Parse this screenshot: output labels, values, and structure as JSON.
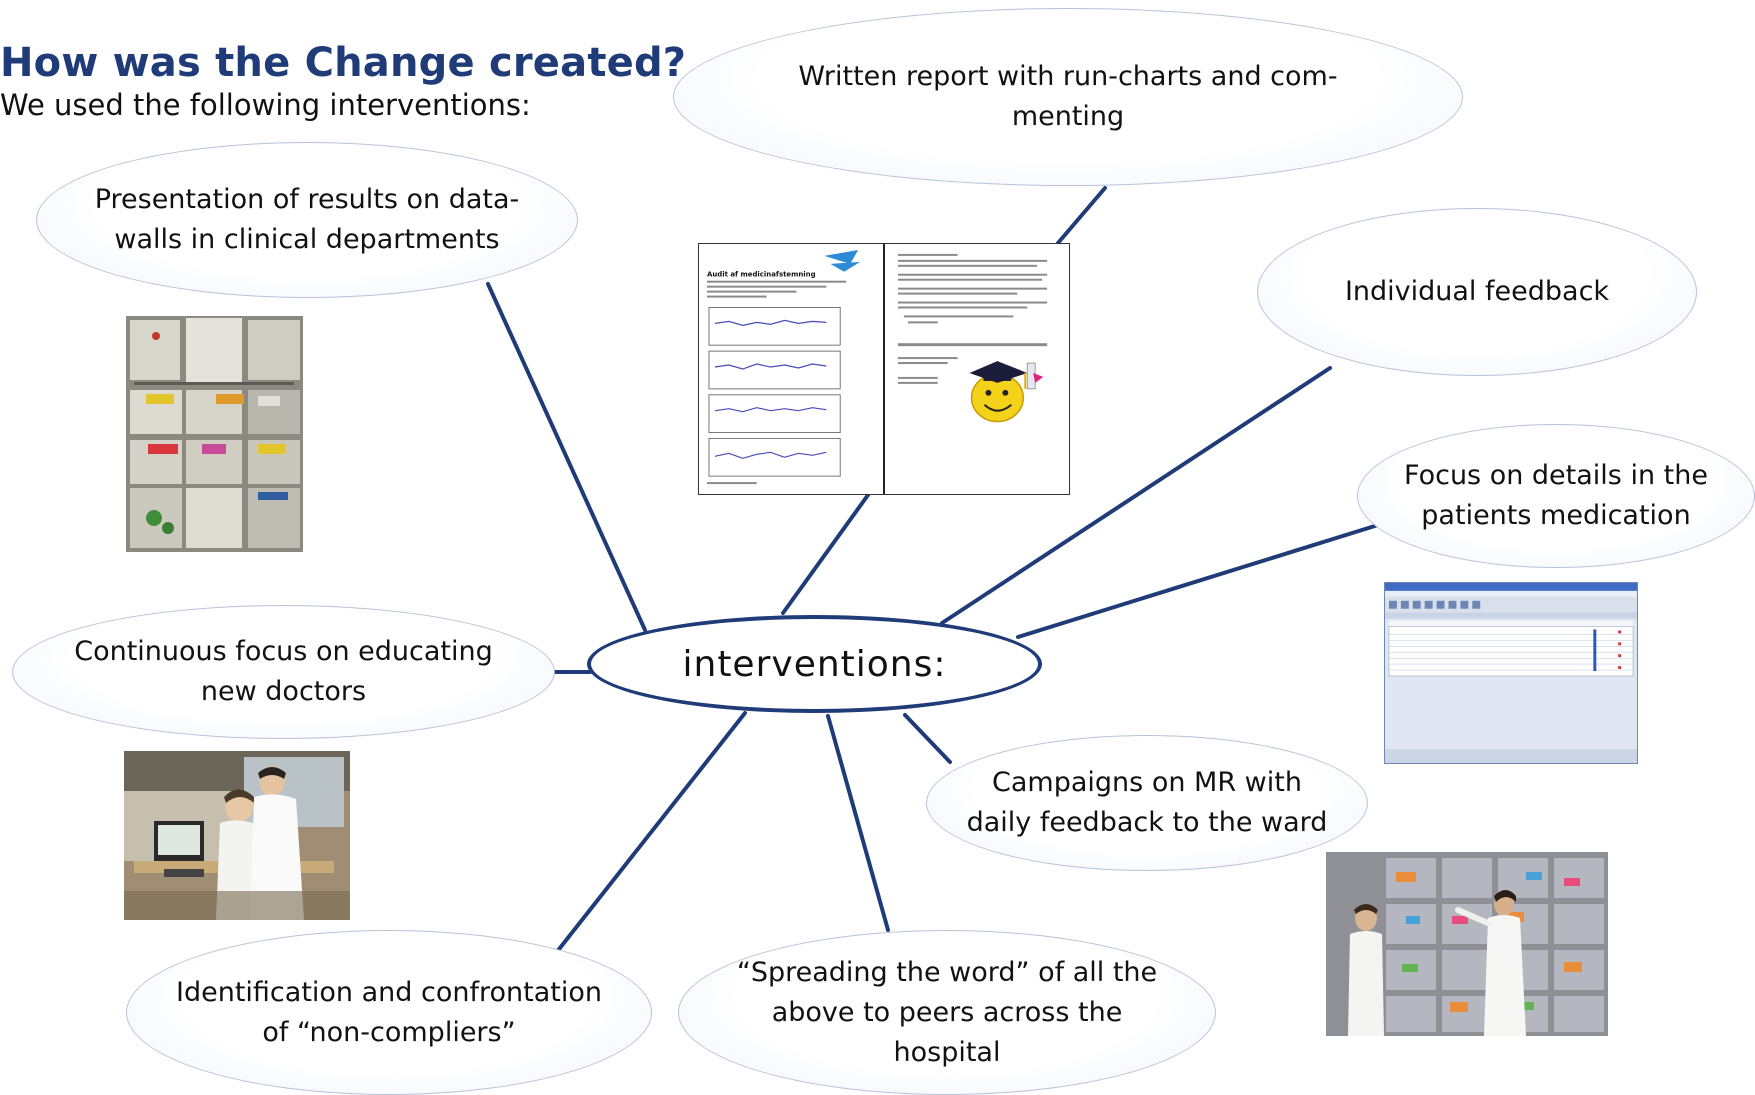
{
  "header": {
    "title": "How was the Change created?",
    "subtitle": "We used the following interventions:"
  },
  "center": {
    "label": "interventions:"
  },
  "bubbles": {
    "written_report": "Written report with run-charts and com-menting",
    "data_walls": "Presentation of results on data-walls in clinical departments",
    "individual_feedback": "Individual feedback",
    "focus_details": "Focus on details in the patients medication",
    "educating": "Continuous focus on educating new doctors",
    "campaigns": "Campaigns on MR with daily feedback to the ward",
    "identification": "Identification and confrontation of “non-compliers”",
    "spreading": "“Spreading the word” of all the above to peers across the hospital"
  },
  "report_image": {
    "heading": "Audit af medicinafstemning"
  },
  "colors": {
    "title": "#1f3b78",
    "connector": "#1f3b78",
    "bubble_border": "#b9c3d6"
  }
}
